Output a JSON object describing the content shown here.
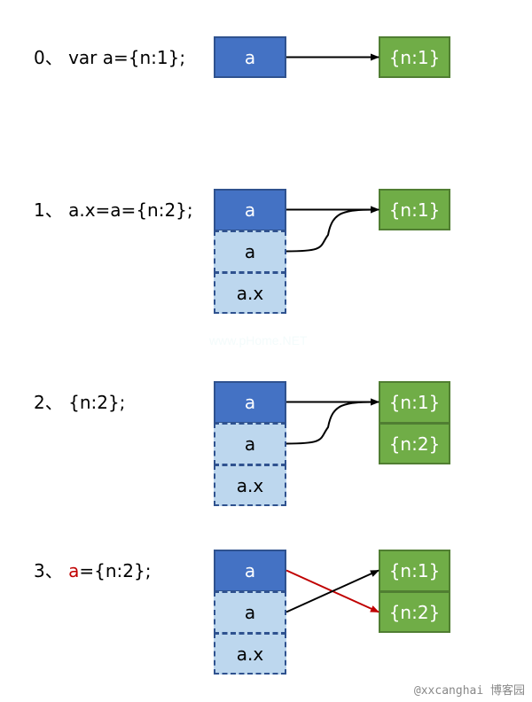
{
  "steps": [
    {
      "label_prefix": "0、 ",
      "label_highlight": "",
      "label_rest": "var a={n:1};",
      "vars": [
        {
          "text": "a",
          "style": "solid"
        }
      ],
      "objects": [
        "{n:1}"
      ],
      "arrows": [
        {
          "from": 0,
          "to": 0,
          "kind": "straight",
          "color": "#000000"
        }
      ]
    },
    {
      "label_prefix": "1、 ",
      "label_highlight": "",
      "label_rest": "a.x=a={n:2};",
      "vars": [
        {
          "text": "a",
          "style": "solid"
        },
        {
          "text": "a",
          "style": "dashed"
        },
        {
          "text": "a.x",
          "style": "dashed"
        }
      ],
      "objects": [
        "{n:1}"
      ],
      "arrows": [
        {
          "from": 0,
          "to": 0,
          "kind": "straight",
          "color": "#000000"
        },
        {
          "from": 1,
          "to": 0,
          "kind": "curve",
          "color": "#000000"
        }
      ]
    },
    {
      "label_prefix": "2、 ",
      "label_highlight": "",
      "label_rest": "{n:2};",
      "vars": [
        {
          "text": "a",
          "style": "solid"
        },
        {
          "text": "a",
          "style": "dashed"
        },
        {
          "text": "a.x",
          "style": "dashed"
        }
      ],
      "objects": [
        "{n:1}",
        "{n:2}"
      ],
      "arrows": [
        {
          "from": 0,
          "to": 0,
          "kind": "straight",
          "color": "#000000"
        },
        {
          "from": 1,
          "to": 0,
          "kind": "curve",
          "color": "#000000"
        }
      ]
    },
    {
      "label_prefix": "3、 ",
      "label_highlight": "a",
      "label_rest": "={n:2};",
      "vars": [
        {
          "text": "a",
          "style": "solid"
        },
        {
          "text": "a",
          "style": "dashed"
        },
        {
          "text": "a.x",
          "style": "dashed"
        }
      ],
      "objects": [
        "{n:1}",
        "{n:2}"
      ],
      "arrows": [
        {
          "from": 0,
          "to": 1,
          "kind": "straight",
          "color": "#c00000"
        },
        {
          "from": 1,
          "to": 0,
          "kind": "straight",
          "color": "#000000"
        }
      ]
    }
  ],
  "colors": {
    "var_solid": "#4472c4",
    "var_dashed": "#bdd7ee",
    "object": "#70ad47",
    "highlight": "#c00000"
  },
  "watermark": "www.pHome.NET",
  "footer": "@xxcanghai 博客园"
}
